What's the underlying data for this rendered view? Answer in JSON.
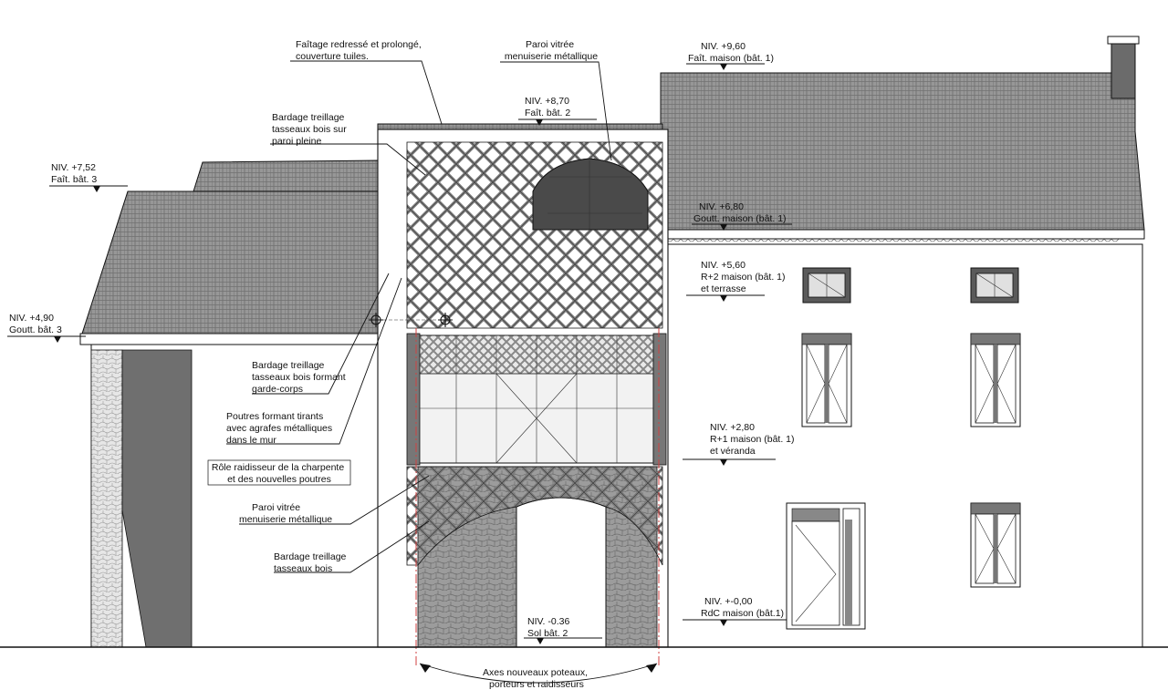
{
  "colors": {
    "line": "#111111",
    "roof_fill": "#8c8c8c",
    "glass_dark": "#4a4a4a",
    "stone": "#9a9a9a",
    "wall": "#ffffff",
    "chimney": "#6b6b6b",
    "axis_red": "#d04040"
  },
  "icons": {
    "level_marker": "triangle-down-icon",
    "axis_origin": "crosshair-circle-icon"
  },
  "labels": {
    "faitage": [
      "Faîtage redressé et prolongé,",
      "couverture tuiles."
    ],
    "paroi_top": [
      "Paroi vitrée",
      "menuiserie métallique"
    ],
    "bardage_top": [
      "Bardage treillage",
      "tasseaux bois sur",
      "paroi pleine"
    ],
    "bardage_gc": [
      "Bardage treillage",
      "tasseaux bois formant",
      "garde-corps"
    ],
    "poutres": [
      "Poutres formant tirants",
      "avec agrafes métalliques",
      "dans le mur"
    ],
    "role": [
      "Rôle raidisseur de la charpente",
      "et des nouvelles poutres"
    ],
    "paroi_bottom": [
      "Paroi vitrée",
      "menuiserie métallique"
    ],
    "bardage_bottom": [
      "Bardage treillage",
      "tasseaux bois"
    ],
    "axes": [
      "Axes nouveaux poteaux,",
      "porteurs et raidisseurs"
    ]
  },
  "levels": {
    "niv_9_60": [
      "NIV. +9,60",
      "Faît. maison (bât. 1)"
    ],
    "niv_8_70": [
      "NIV. +8,70",
      "Faît. bât. 2"
    ],
    "niv_7_52": [
      "NIV. +7,52",
      "Faît. bât. 3"
    ],
    "niv_6_80": [
      "NIV. +6,80",
      "Goutt. maison (bât. 1)"
    ],
    "niv_5_60": [
      "NIV. +5,60",
      "R+2 maison (bât. 1)",
      "et terrasse"
    ],
    "niv_4_90": [
      "NIV. +4,90",
      "Goutt. bât. 3"
    ],
    "niv_2_80": [
      "NIV. +2,80",
      "R+1 maison (bât. 1)",
      "et véranda"
    ],
    "niv_0_00": [
      "NIV. +-0,00",
      "RdC maison (bât.1)"
    ],
    "niv_m0_36": [
      "NIV. -0.36",
      "Sol bât. 2"
    ]
  }
}
